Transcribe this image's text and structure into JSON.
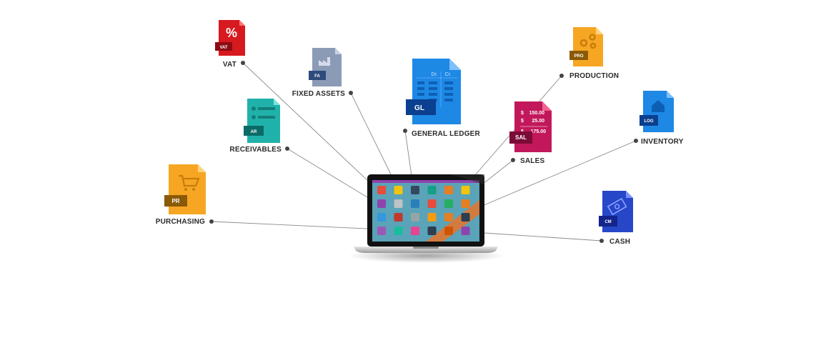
{
  "modules": {
    "vat": {
      "label": "VAT",
      "tag": "VAT",
      "color": "#d71920",
      "symbol": "%"
    },
    "fixed_assets": {
      "label": "FIXED ASSETS",
      "tag": "FA",
      "color": "#8c9bb5"
    },
    "general_ledger": {
      "label": "GENERAL LEDGER",
      "tag": "GL",
      "color": "#1e88e5",
      "dr": "Dr.",
      "cr": "Cr."
    },
    "receivables": {
      "label": "RECEIVABLES",
      "tag": "AR",
      "color": "#20b2aa"
    },
    "purchasing": {
      "label": "PURCHASING",
      "tag": "PR",
      "color": "#f6a623"
    },
    "production": {
      "label": "PRODUCTION",
      "tag": "PRO",
      "color": "#f6a623"
    },
    "sales": {
      "label": "SALES",
      "tag": "SAL",
      "color": "#c2185b",
      "amounts": [
        "$",
        "150.00",
        "$",
        "25.00",
        "$",
        "175.00"
      ]
    },
    "inventory": {
      "label": "INVENTORY",
      "tag": "LOG",
      "color": "#1e88e5"
    },
    "cash": {
      "label": "CASH",
      "tag": "CM",
      "color": "#2747c9"
    }
  },
  "laptop": {
    "screen_color": "#5aa3b8",
    "header_color": "#8e44ad",
    "tile_colors": [
      "#e74c3c",
      "#f1c40f",
      "#34495e",
      "#16a085",
      "#e67e22",
      "#f1c40f",
      "#8e44ad",
      "#bdc3c7",
      "#2980b9",
      "#e74c3c",
      "#27ae60",
      "#e67e22",
      "#3498db",
      "#c0392b",
      "#95a5a6",
      "#f39c12",
      "#e67e22",
      "#2c3e50",
      "#9b59b6",
      "#1abc9c",
      "#e84393",
      "#2c3e50",
      "#d35400",
      "#8e44ad"
    ]
  }
}
